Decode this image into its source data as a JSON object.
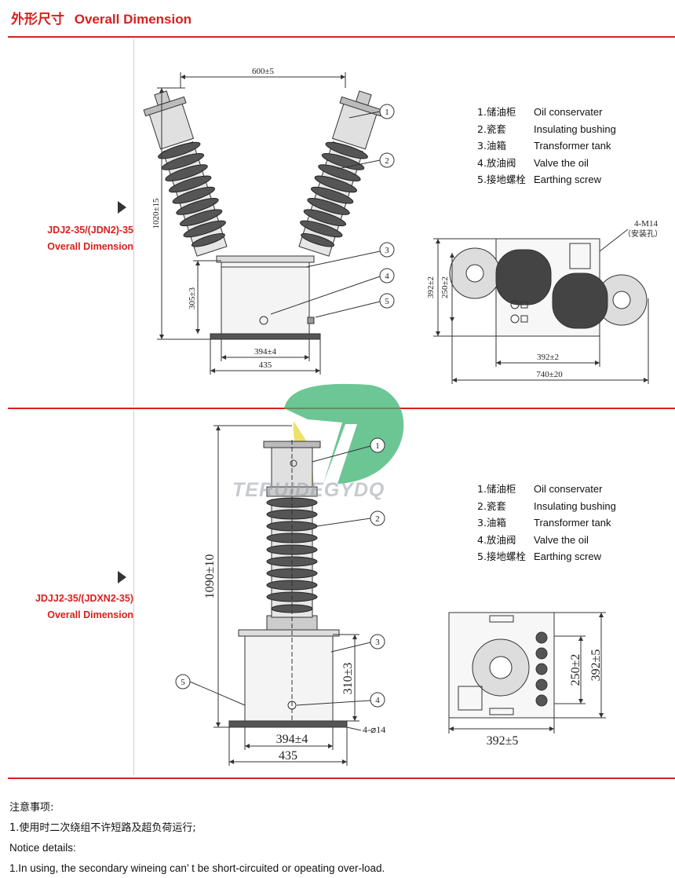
{
  "header": {
    "title_zh": "外形尺寸",
    "title_en": "Overall Dimension"
  },
  "section1": {
    "model": "JDJ2-35/(JDN2)-35",
    "caption": "Overall Dimension",
    "dims": {
      "top_width": "600±5",
      "height": "1020±15",
      "tank_height": "305±3",
      "base_inner": "394±4",
      "base_outer": "435",
      "plan_height_outer": "392±2",
      "plan_height_inner": "250±2",
      "plan_width_inner": "392±2",
      "plan_width_outer": "740±20",
      "mount_holes": "4-M14",
      "mount_holes_note": "（安装孔）"
    }
  },
  "section2": {
    "model": "JDJJ2-35/(JDXN2-35)",
    "caption": "Overall Dimension",
    "dims": {
      "height": "1090±10",
      "tank_height": "310±3",
      "base_inner": "394±4",
      "base_outer": "435",
      "holes": "4-⌀14",
      "plan_height_inner": "250±2",
      "plan_height_outer": "392±5",
      "plan_width": "392±5"
    }
  },
  "legend": [
    {
      "zh": "1.储油柜",
      "en": "Oil conservater"
    },
    {
      "zh": "2.瓷套",
      "en": "Insulating bushing"
    },
    {
      "zh": "3.油箱",
      "en": "Transformer tank"
    },
    {
      "zh": "4.放油阀",
      "en": "Valve the oil"
    },
    {
      "zh": "5.接地螺栓",
      "en": "Earthing screw"
    }
  ],
  "callouts": [
    "1",
    "2",
    "3",
    "4",
    "5"
  ],
  "watermark": "TERUIDEGYDQ",
  "notes": {
    "heading_zh": "注意事项:",
    "line_zh": "1.使用时二次绕组不许短路及超负荷运行;",
    "heading_en": "Notice details:",
    "line_en": "1.In using, the secondary wineing can’ t be short-circuited or opeating over-load."
  },
  "colors": {
    "accent": "#d9201f",
    "watermark_green": "#3cb371",
    "watermark_yellow": "#e8d83a"
  }
}
